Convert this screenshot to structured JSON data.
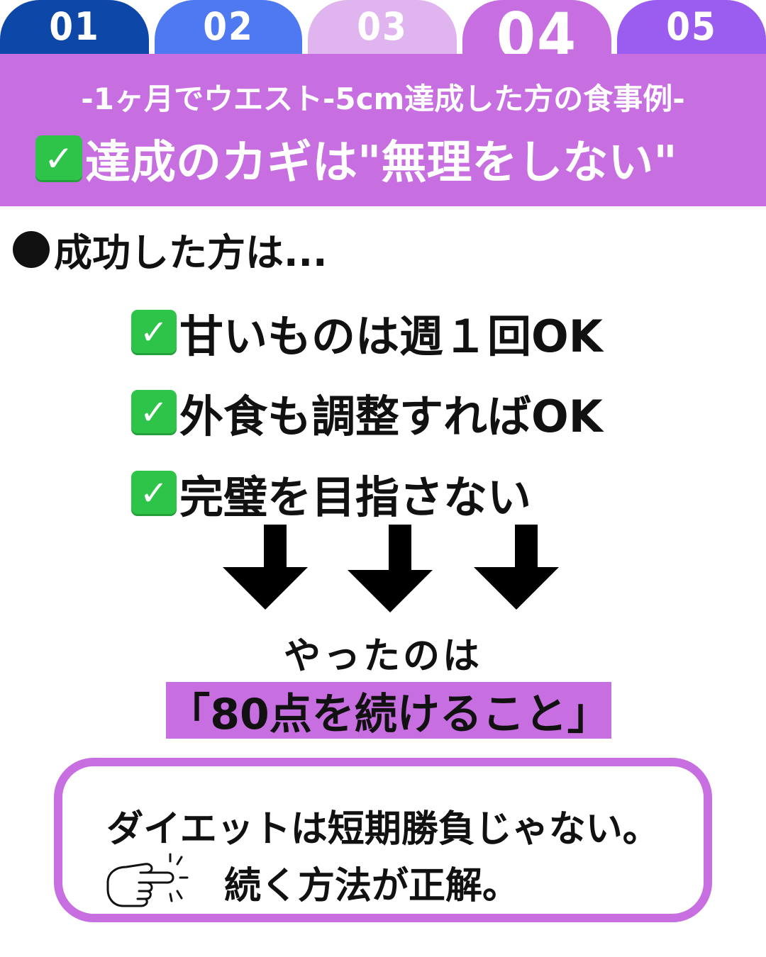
{
  "tabs": [
    {
      "label": "01",
      "color": "#0d47a8"
    },
    {
      "label": "02",
      "color": "#4f79f0"
    },
    {
      "label": "03",
      "color": "#e0b5ef"
    },
    {
      "label": "04",
      "color": "#c76ee0",
      "active": true
    },
    {
      "label": "05",
      "color": "#9b5cf0"
    }
  ],
  "header": {
    "subtitle": "-1ヶ月でウエスト-5cm達成した方の食事例-",
    "headline": "達成のカギは\"無理をしない\""
  },
  "lead": "成功した方は...",
  "items": [
    "甘いものは週１回OK",
    "外食も調整すればOK",
    "完璧を目指さない"
  ],
  "result_intro": "やったのは",
  "result_highlight": "「80点を続けること」",
  "message": {
    "line1": "ダイエットは短期勝負じゃない。",
    "line2": "続く方法が正解。"
  },
  "icons": {
    "check": "check-mark-button-icon",
    "arrow": "down-arrow-icon",
    "pointer": "pointing-hand-icon"
  },
  "colors": {
    "accent": "#c76ee0",
    "check_green": "#2ec44a"
  }
}
